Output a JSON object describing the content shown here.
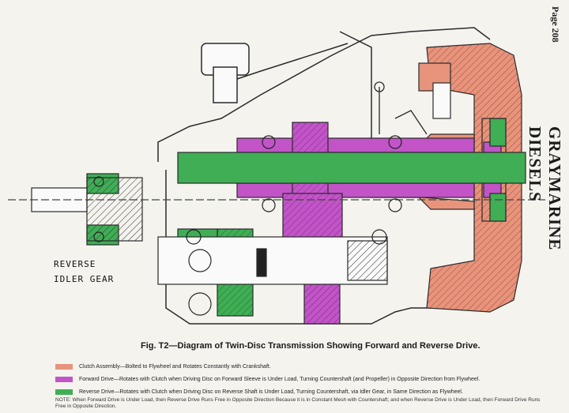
{
  "page_number": "Page 208",
  "side_title": "GRAYMARINE DIESELS",
  "callouts": [
    "REVERSE",
    "IDLER GEAR"
  ],
  "caption": "Fig. T2—Diagram of Twin-Disc Transmission Showing Forward and Reverse Drive.",
  "legend": [
    {
      "color": "#e8937c",
      "text": "Clutch Assembly—Bolted to Flywheel and Rotates Constantly with Crankshaft."
    },
    {
      "color": "#c254c8",
      "text": "Forward Drive—Rotates with Clutch when Driving Disc on Forward Sleeve is Under Load, Turning Countershaft (and Propeller) in Opposite Direction from Flywheel."
    },
    {
      "color": "#3fae55",
      "text": "Reverse Drive—Rotates with Clutch when Driving Disc on Reverse Shaft is Under Load, Turning Countershaft, via Idler Gear, in Same Direction as Flywheel."
    }
  ],
  "note": "NOTE: When Forward Drive is Under Load, then Reverse Drive Runs Free in Opposite Direction Because it is in Constant Mesh with Countershaft; and when Reverse Drive is Under Load, then Forward Drive Runs Free in Opposite Direction.",
  "colors": {
    "clutch": "#e8937c",
    "forward": "#c254c8",
    "reverse": "#3fae55",
    "outline": "#2a2a2a",
    "background": "#f4f3ee"
  }
}
